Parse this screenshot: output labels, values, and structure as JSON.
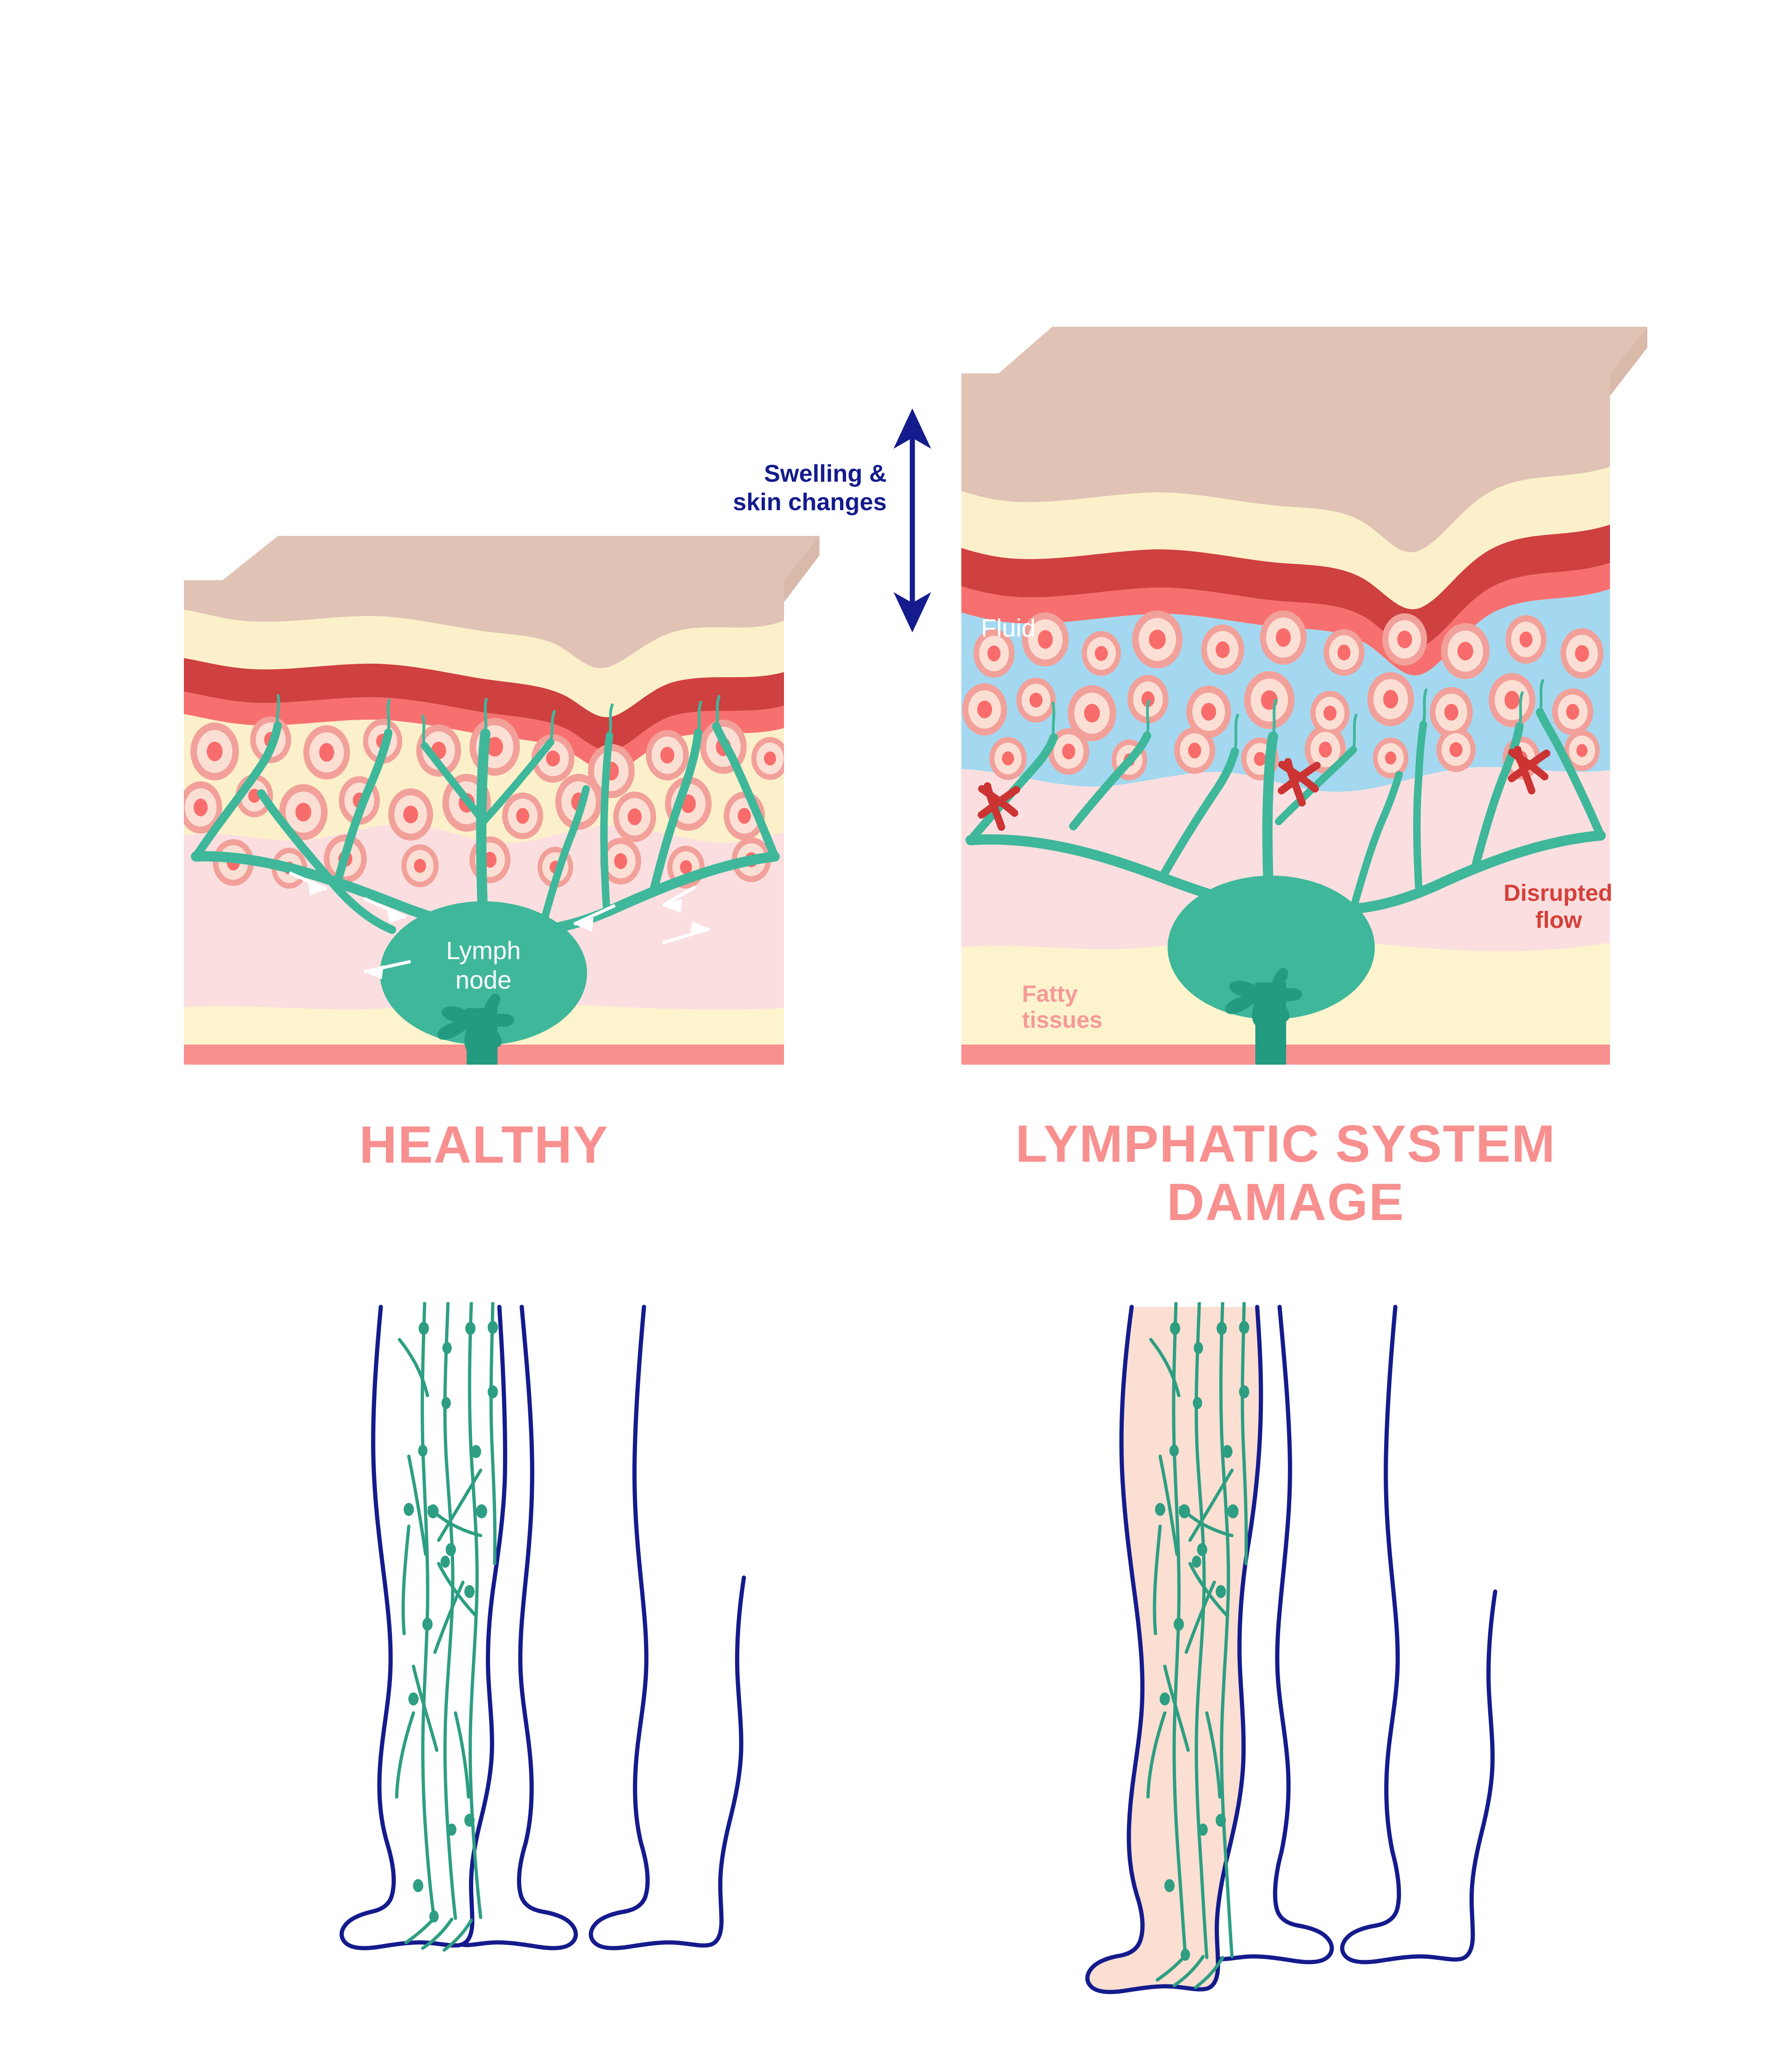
{
  "diagram": {
    "title_left": "HEALTHY",
    "title_right_line1": "LYMPHATIC SYSTEM",
    "title_right_line2": "DAMAGE",
    "labels": {
      "swelling_line1": "Swelling &",
      "swelling_line2": "skin changes",
      "fluid": "Fluid",
      "lymph_node_line1": "Lymph",
      "lymph_node_line2": "node",
      "fatty_line1": "Fatty",
      "fatty_line2": "tissues",
      "disrupted_line1": "Disrupted",
      "disrupted_line2": "flow"
    },
    "colors": {
      "background": "#ffffff",
      "title_pink": "#f8908f",
      "navy": "#141b8c",
      "skin_top_face": "#e0c3b4",
      "epidermis_cream": "#fcf0cb",
      "dermis_dark_red": "#cf4040",
      "dermis_light_red": "#f7706f",
      "cell_fill": "#fcdfd4",
      "cell_ring": "#f2a09a",
      "cell_nucleus": "#f86d6b",
      "subcutis_pink": "#fbdfe0",
      "fat_cream": "#fdf3cd",
      "muscle_pink": "#f7908f",
      "fluid_blue": "#a4d8f0",
      "lymph_teal": "#3fb79a",
      "lymph_teal_dark": "#1d9b80",
      "x_red": "#cc3333",
      "disrupted_text": "#d4403a",
      "fatty_text": "#f49a99",
      "leg_swollen_fill": "#fadfd2",
      "vessel_green": "#2e9e82",
      "white": "#ffffff"
    },
    "panels": [
      {
        "name": "healthy",
        "layers": [
          "epidermis surface",
          "epidermis cream",
          "dermis dark red",
          "dermis light red",
          "cell layer cream",
          "subcutis pink",
          "fatty cream",
          "muscle pink"
        ],
        "has_fluid": false,
        "node_label": "Lymph node",
        "flow": "normal"
      },
      {
        "name": "damaged",
        "layers": [
          "epidermis surface",
          "thick epidermis cream",
          "dermis dark red",
          "dermis light red",
          "fluid blue cell layer",
          "subcutis pink",
          "fatty cream",
          "muscle pink"
        ],
        "has_fluid": true,
        "fluid_label": "Fluid",
        "blocked_marks": 3,
        "flow": "disrupted"
      }
    ],
    "legs": [
      {
        "name": "healthy-legs",
        "filled": false,
        "vessels": true
      },
      {
        "name": "swollen-legs",
        "filled": true,
        "vessels": true
      }
    ]
  }
}
